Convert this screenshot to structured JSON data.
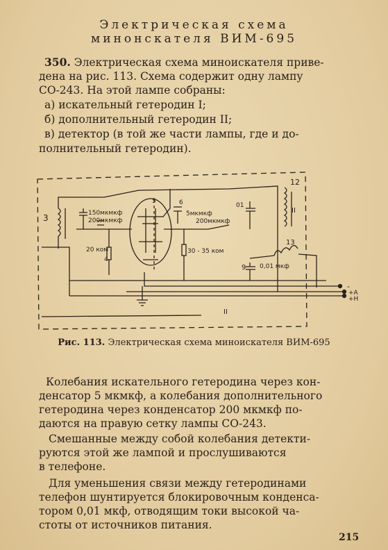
{
  "heading": {
    "line1": "Электрическая схема",
    "line2": "минонскателя ВИМ-695"
  },
  "intro": {
    "number": "350.",
    "lines": [
      "Электрическая схема миноискателя приве-",
      "дена на рис. 113. Схема содержит одну лампу",
      "СО-243. На этой лампе собраны:",
      "а) искательный гетеродин I;",
      "б) дополнительный гетеродин II;",
      "в) детектор (в той же части лампы, где и до-",
      "полнительный гетеродин)."
    ]
  },
  "diagram": {
    "labels": {
      "l3": "3",
      "c150": "150мкмкф",
      "c200a": "200мкмкф",
      "n5": "5",
      "n6": "6",
      "c5": "5мкмкф",
      "c200b": "200мкмкф",
      "n01": "01",
      "n12": "12",
      "n11": "II",
      "r20": "20 ком",
      "n4": "4",
      "r30": "30 - 35 ком",
      "n13": "13",
      "n9": "9",
      "c001": "0,01 мкф",
      "minus": "-",
      "plusA": "+A",
      "plusH": "+H",
      "roman2": "II"
    }
  },
  "caption": {
    "prefix": "Рис. 113.",
    "text": "Электрическая схема миноискателя ВИМ-695"
  },
  "body": {
    "lines": [
      "Колебания искательного гетеродина через кон-",
      "денсатор 5 мкмкф, а колебания дополнительного",
      "гетеродина через конденсатор 200 мкмкф по-",
      "даются на правую сетку лампы СО-243.",
      "Смешанные между собой колебания детекти-",
      "руются этой же лампой и прослушиваются",
      "в телефоне.",
      "Для уменьшения связи между гетеродинами",
      "телефон шунтируется блокировочным конденса-",
      "тором 0,01 мкф, отводящим токи высокой ча-",
      "стоты от источников питания."
    ]
  },
  "page_number": "215"
}
